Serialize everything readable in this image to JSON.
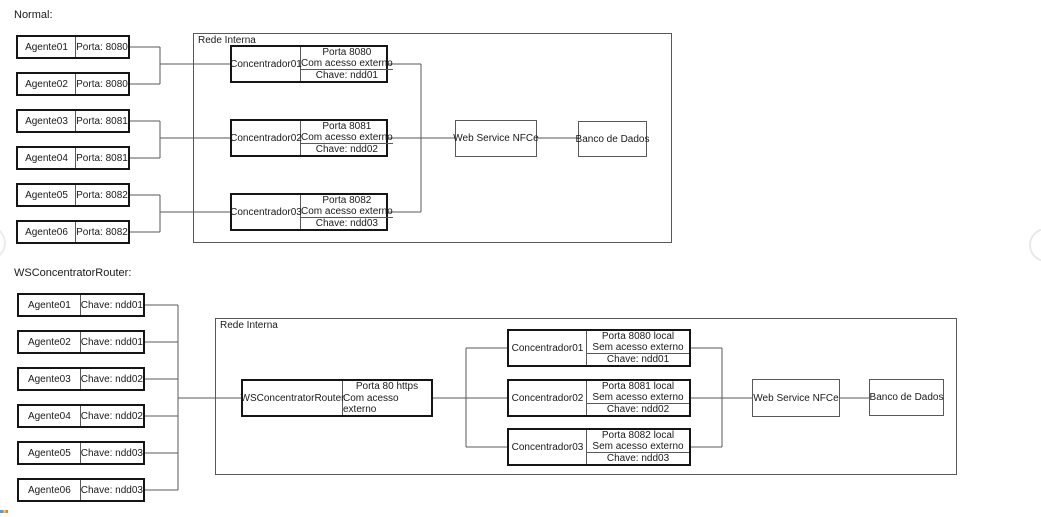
{
  "colors": {
    "box_border_bold": "#151515",
    "box_border_thin": "#595959",
    "connector_line": "#595959",
    "text": "#1a1a1a",
    "background": "#ffffff"
  },
  "sections": {
    "normal": {
      "label": "Normal:",
      "network_label": "Rede Interna",
      "agents": [
        {
          "name": "Agente01",
          "value": "Porta: 8080"
        },
        {
          "name": "Agente02",
          "value": "Porta: 8080"
        },
        {
          "name": "Agente03",
          "value": "Porta: 8081"
        },
        {
          "name": "Agente04",
          "value": "Porta: 8081"
        },
        {
          "name": "Agente05",
          "value": "Porta: 8082"
        },
        {
          "name": "Agente06",
          "value": "Porta: 8082"
        }
      ],
      "concentrators": [
        {
          "name": "Concentrador01",
          "line1": "Porta 8080",
          "line2": "Com acesso externo",
          "key": "Chave: ndd01"
        },
        {
          "name": "Concentrador02",
          "line1": "Porta 8081",
          "line2": "Com acesso externo",
          "key": "Chave: ndd02"
        },
        {
          "name": "Concentrador03",
          "line1": "Porta 8082",
          "line2": "Com acesso externo",
          "key": "Chave: ndd03"
        }
      ],
      "webservice": "Web Service NFCe",
      "database": "Banco de Dados"
    },
    "router": {
      "label": "WSConcentratorRouter:",
      "network_label": "Rede Interna",
      "agents": [
        {
          "name": "Agente01",
          "value": "Chave: ndd01"
        },
        {
          "name": "Agente02",
          "value": "Chave: ndd01"
        },
        {
          "name": "Agente03",
          "value": "Chave: ndd02"
        },
        {
          "name": "Agente04",
          "value": "Chave: ndd02"
        },
        {
          "name": "Agente05",
          "value": "Chave: ndd03"
        },
        {
          "name": "Agente06",
          "value": "Chave: ndd03"
        }
      ],
      "gateway": {
        "name": "WSConcentratorRouter",
        "line1": "Porta 80 https",
        "line2": "Com acesso externo"
      },
      "concentrators": [
        {
          "name": "Concentrador01",
          "line1": "Porta 8080 local",
          "line2": "Sem acesso externo",
          "key": "Chave: ndd01"
        },
        {
          "name": "Concentrador02",
          "line1": "Porta 8081 local",
          "line2": "Sem acesso externo",
          "key": "Chave: ndd02"
        },
        {
          "name": "Concentrador03",
          "line1": "Porta 8082 local",
          "line2": "Sem acesso externo",
          "key": "Chave: ndd03"
        }
      ],
      "webservice": "Web Service NFCe",
      "database": "Banco de Dados"
    }
  }
}
